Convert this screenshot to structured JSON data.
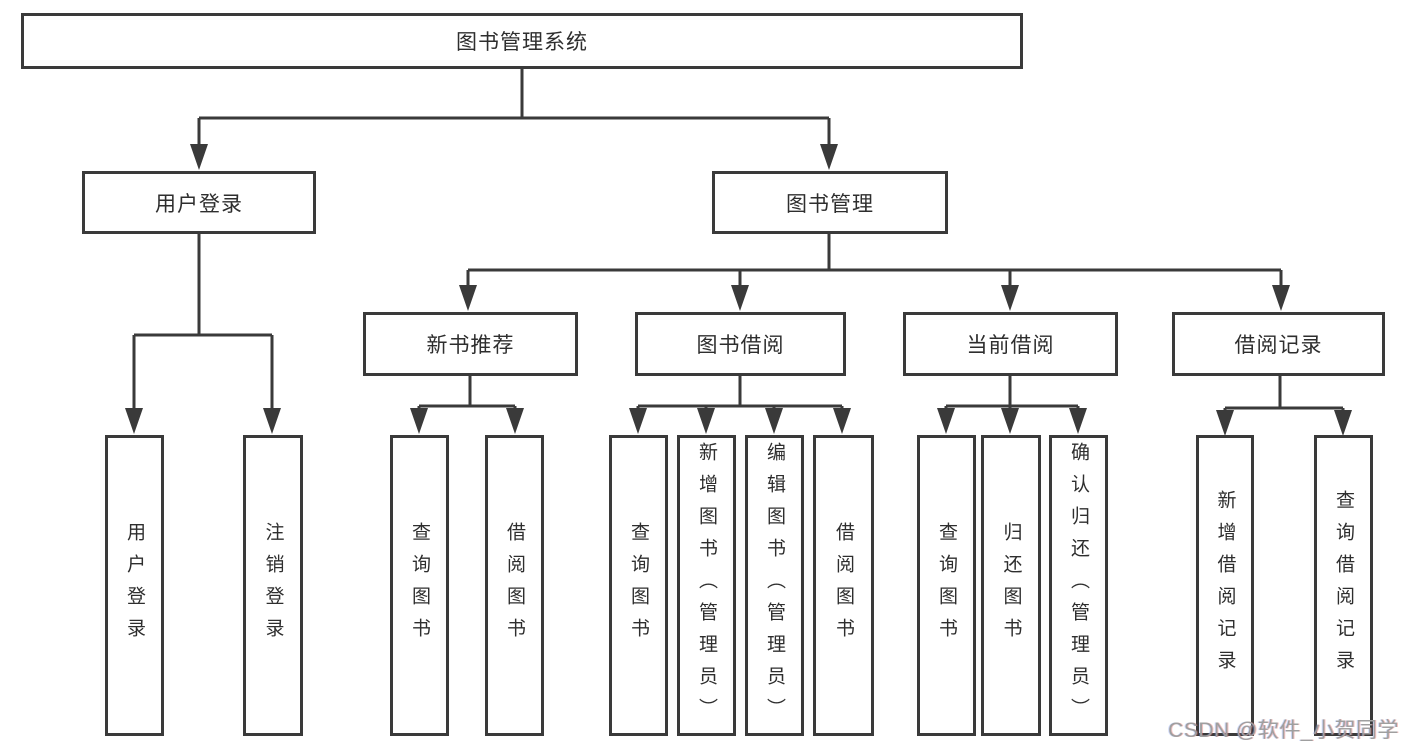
{
  "diagram": {
    "root": {
      "label": "图书管理系统"
    },
    "level2": [
      {
        "label": "用户登录"
      },
      {
        "label": "图书管理"
      }
    ],
    "level3": [
      {
        "label": "新书推荐"
      },
      {
        "label": "图书借阅"
      },
      {
        "label": "当前借阅"
      },
      {
        "label": "借阅记录"
      }
    ],
    "leaves": {
      "user_login_group": [
        {
          "label": "用户登录"
        },
        {
          "label": "注销登录"
        }
      ],
      "new_book_group": [
        {
          "label": "查询图书"
        },
        {
          "label": "借阅图书"
        }
      ],
      "book_borrow_group": [
        {
          "label": "查询图书"
        },
        {
          "label": "新增图书（管理员）"
        },
        {
          "label": "编辑图书（管理员）"
        },
        {
          "label": "借阅图书"
        }
      ],
      "current_borrow_group": [
        {
          "label": "查询图书"
        },
        {
          "label": "归还图书"
        },
        {
          "label": "确认归还（管理员）"
        }
      ],
      "records_group": [
        {
          "label": "新增借阅记录"
        },
        {
          "label": "查询借阅记录"
        }
      ]
    }
  },
  "watermark": {
    "text": "CSDN @软件_小贺同学"
  },
  "colors": {
    "line": "#3a3a3a",
    "text": "#2e2e2e",
    "background": "#ffffff",
    "watermark": "#9f9f9f"
  }
}
